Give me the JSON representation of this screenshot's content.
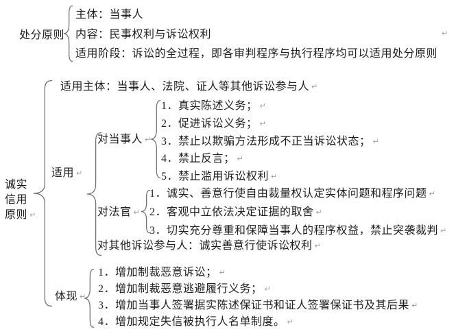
{
  "page": {
    "return_mark": "↵",
    "text_color": "#1e1e1e",
    "brace_color": "#6e6e6e",
    "mark_color": "#9c9c9c",
    "background": "#ffffff"
  },
  "block1": {
    "label": "处分原则",
    "lines": [
      "主体：当事人",
      "内容：民事权利与诉讼权利",
      "适用阶段：诉讼的全过程，即各审判程序与执行程序均可以适用处分原则"
    ]
  },
  "block2": {
    "label_lines": [
      "诚实",
      "信用",
      "原则"
    ],
    "subject_line": "适用主体：当事人、法院、证人等其他诉讼参与人",
    "apply": {
      "label": "适用",
      "parties": {
        "label": "对当事人",
        "items": [
          "1．真实陈述义务；",
          "2．促进诉讼义务；",
          "3．禁止以欺骗方法形成不正当诉讼状态；",
          "4．禁止反言；",
          "5．禁止滥用诉讼权利"
        ]
      },
      "judge": {
        "label": "对法官",
        "items": [
          "1．诚实、善意行使自由裁量权认定实体问题和程序问题",
          "2．客观中立依法决定证据的取舍",
          "3．切实充分尊重和保障当事人的程序权益，禁止突袭裁判"
        ]
      },
      "others_line": "对其他诉讼参与人：诚实善意行使诉讼权利"
    },
    "embody": {
      "label": "体现",
      "items": [
        "1．增加制裁恶意诉讼；",
        "2．增加制裁恶意逃避履行义务；",
        "3．增加当事人签署据实陈述保证书和证人签署保证书及其后果",
        "4．增加规定失信被执行人名单制度。"
      ]
    }
  }
}
